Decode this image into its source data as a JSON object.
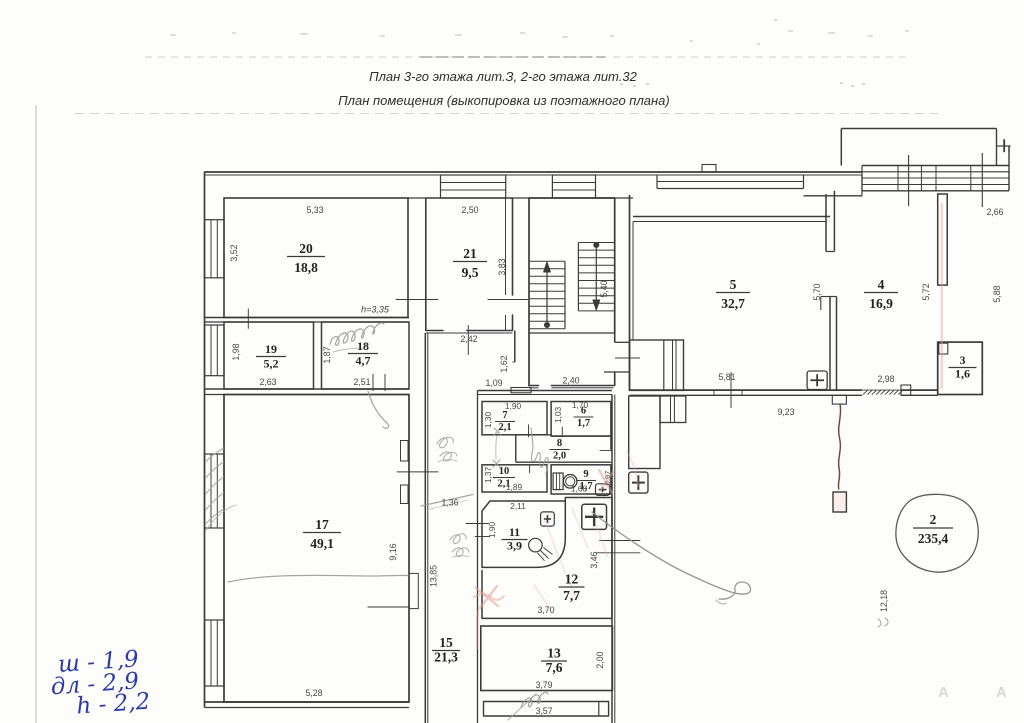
{
  "document": {
    "kind": "scanned floor plan (BTI extract)",
    "title_line1": "План 3-го этажа лит.З, 2-го этажа лит.32",
    "title_line2": "План помещения (выкопировка из поэтажного плана)"
  },
  "rooms": {
    "r20": {
      "num": "20",
      "area": "18,8"
    },
    "r21": {
      "num": "21",
      "area": "9,5"
    },
    "r19": {
      "num": "19",
      "area": "5,2"
    },
    "r18": {
      "num": "18",
      "area": "4,7"
    },
    "r17": {
      "num": "17",
      "area": "49,1"
    },
    "r5": {
      "num": "5",
      "area": "32,7"
    },
    "r4": {
      "num": "4",
      "area": "16,9"
    },
    "r3": {
      "num": "3",
      "area": "1,6"
    },
    "r7": {
      "num": "7",
      "area": "2,1"
    },
    "r6": {
      "num": "6",
      "area": "1,7"
    },
    "r8": {
      "num": "8",
      "area": "2,0"
    },
    "r10": {
      "num": "10",
      "area": "2,1"
    },
    "r9": {
      "num": "9",
      "area": "1,7"
    },
    "r11": {
      "num": "11",
      "area": "3,9"
    },
    "r12": {
      "num": "12",
      "area": "7,7"
    },
    "r13": {
      "num": "13",
      "area": "7,6"
    },
    "r15": {
      "num": "15",
      "area": "21,3"
    },
    "r2": {
      "num": "2",
      "area": "235,4"
    }
  },
  "dims": [
    "5,33",
    "3,52",
    "2,50",
    "3,83",
    "1,98",
    "2,63",
    "1,87",
    "2,51",
    "2,42",
    "1,62",
    "1,09",
    "2,40",
    "5,40",
    "9,16",
    "13,85",
    "5,28",
    "1,36",
    "1,90",
    "1,30",
    "1,70",
    "1,03",
    "1,37",
    "1,89",
    "1,68",
    "0,97",
    "2,11",
    "1,90",
    "3,46",
    "3,70",
    "2,00",
    "3,79",
    "3,57",
    "5,81",
    "9,23",
    "2,98",
    "2,66",
    "5,70",
    "5,72",
    "5,88",
    "12,18"
  ],
  "notes": {
    "height_note": "h=3,35",
    "handwriting": [
      "ш - 1,9",
      "дл - 2,9",
      "h - 2,2"
    ],
    "corner_mark": "А"
  },
  "colors": {
    "ink": "#3b3b3b",
    "pencil": "#9b9b9b",
    "marker_pink": "#e39b94",
    "pen_blue": "#2d3ba6",
    "paper": "#fdfdfc"
  }
}
